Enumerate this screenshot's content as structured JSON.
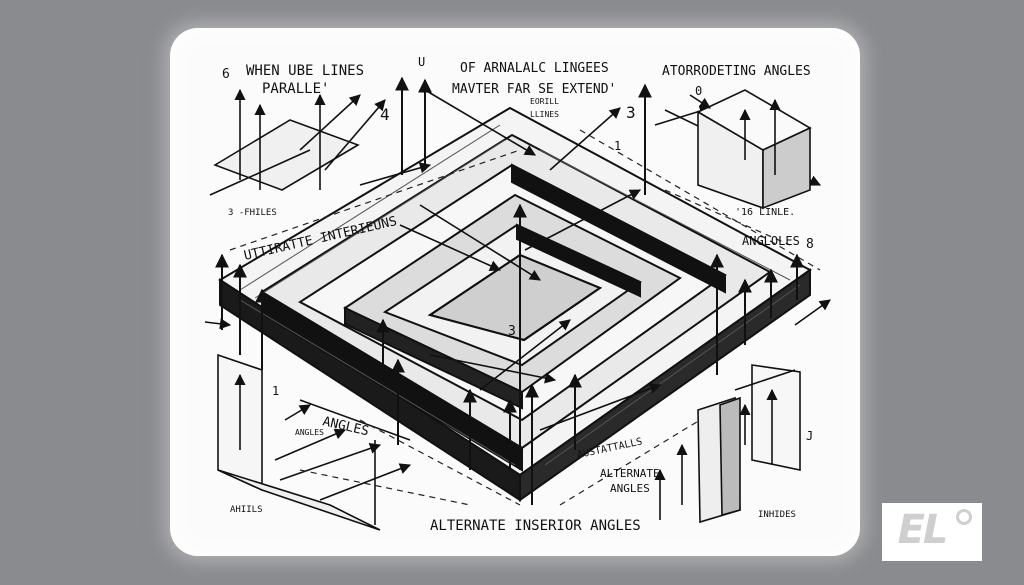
{
  "labels": {
    "top_left_1": "WHEN UBE LINES",
    "top_left_2": "PARALLE'",
    "top_center_1": "OF ARNALALC LINGEES",
    "top_center_2": "MAVTER FAR SE EXTEND'",
    "top_right": "ATORRODETING ANGLES",
    "left_mid": "UTTIRATTE INTERIEUNS",
    "right_mid": "ANGLOLES",
    "lower_left": "ANGLES",
    "lower_right_1": "AUSTATTALLS",
    "lower_right_2": "ALTERNATE",
    "lower_right_3": "ANGLES",
    "bottom_center": "ALTERNATE INSERIOR ANGLES",
    "bottom_left_small": "AHIILS",
    "bottom_right_small": "INHIDES",
    "small_left": "3 -FHILES",
    "small_right": "'16 LINLE.",
    "small_center": "EORILL",
    "small_center2": "LLINES",
    "small_ang": "ANGLES",
    "num_3_center": "3.",
    "num_3_top": "3",
    "num_4": "4",
    "num_1_top": "1",
    "num_1_left": "1",
    "num_6": "6",
    "num_8": "8",
    "num_0": "0",
    "num_u": "U",
    "num_j": "J"
  },
  "logo": {
    "text": "EL",
    "color": "#cfcfcf"
  }
}
